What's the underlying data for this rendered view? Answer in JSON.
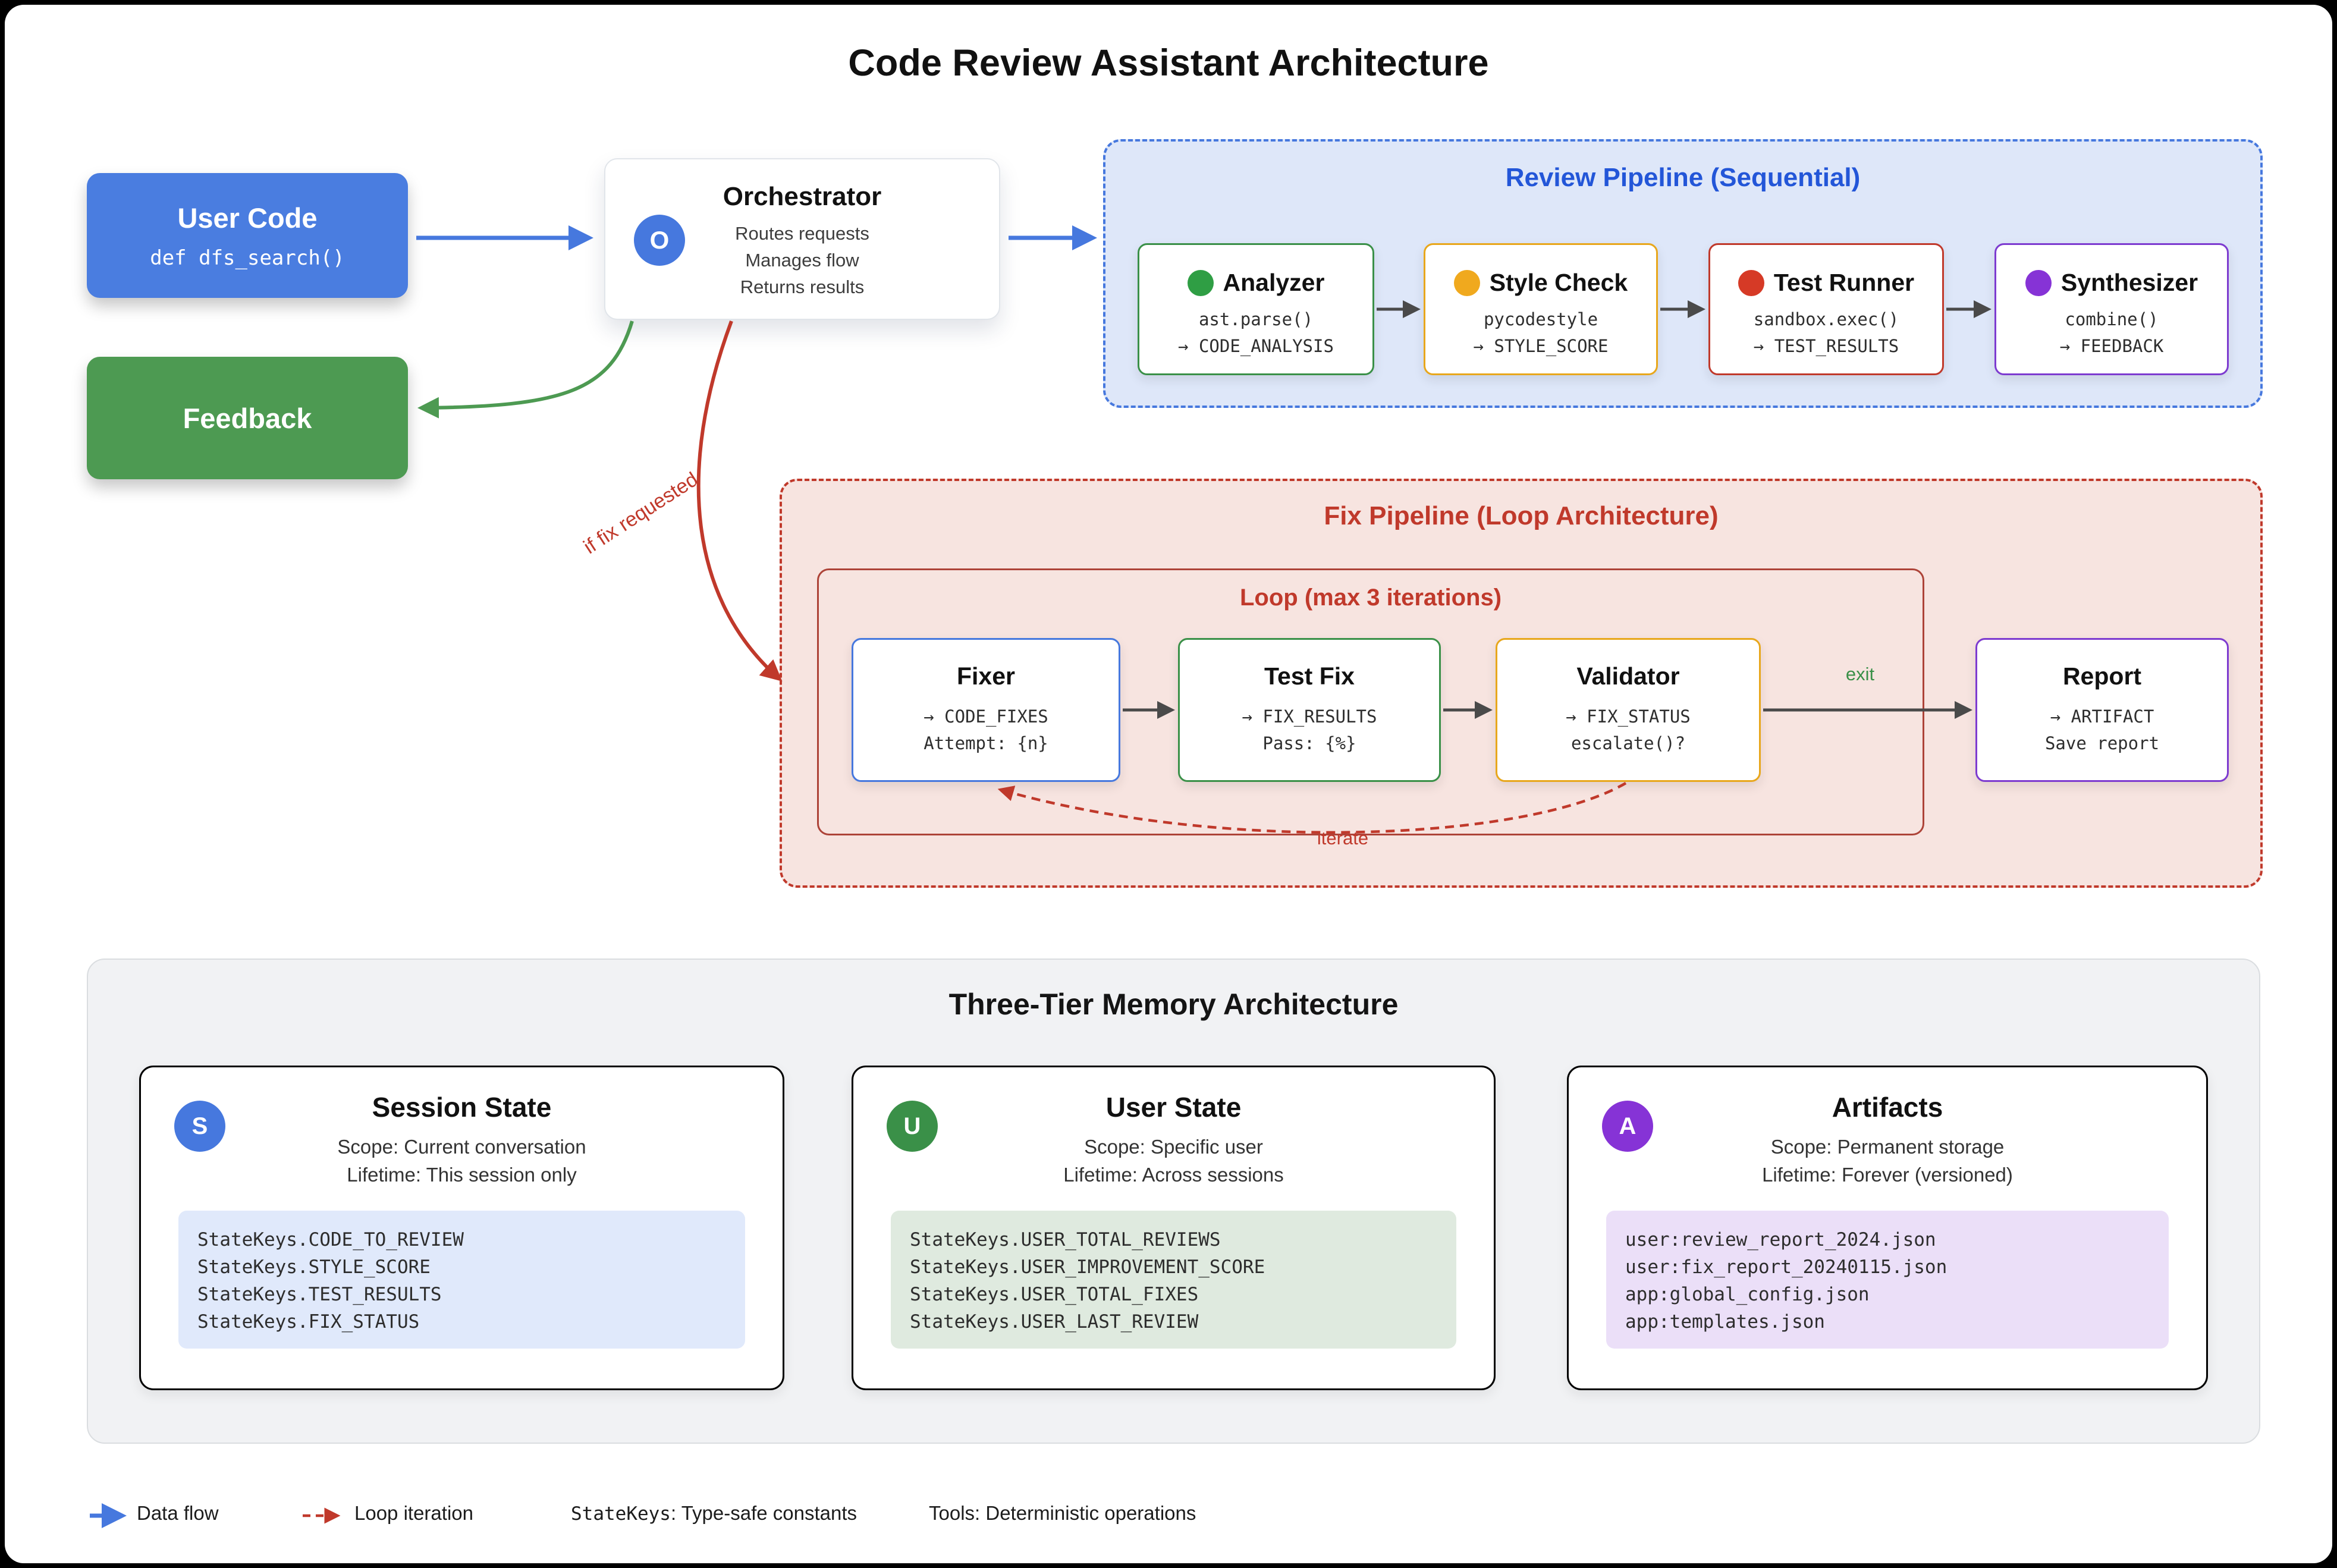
{
  "title": "Code Review Assistant Architecture",
  "colors": {
    "blue": "#4678de",
    "green": "#3a9048",
    "amber": "#e8a71c",
    "red": "#c0392b",
    "purple": "#7d3bd0"
  },
  "left_column": {
    "user_code": {
      "title": "User Code",
      "code": "def dfs_search()"
    },
    "feedback": {
      "title": "Feedback"
    }
  },
  "orchestrator": {
    "icon": "O",
    "title": "Orchestrator",
    "lines": [
      "Routes requests",
      "Manages flow",
      "Returns results"
    ]
  },
  "review_pipeline": {
    "title": "Review Pipeline (Sequential)",
    "nodes": [
      {
        "name": "Analyzer",
        "line1": "ast.parse()",
        "line2": "→ CODE_ANALYSIS"
      },
      {
        "name": "Style Check",
        "line1": "pycodestyle",
        "line2": "→ STYLE_SCORE"
      },
      {
        "name": "Test Runner",
        "line1": "sandbox.exec()",
        "line2": "→ TEST_RESULTS"
      },
      {
        "name": "Synthesizer",
        "line1": "combine()",
        "line2": "→ FEEDBACK"
      }
    ]
  },
  "fix_pipeline": {
    "title": "Fix Pipeline (Loop Architecture)",
    "loop_title": "Loop (max 3 iterations)",
    "nodes": [
      {
        "name": "Fixer",
        "line1": "→ CODE_FIXES",
        "line2": "Attempt: {n}"
      },
      {
        "name": "Test Fix",
        "line1": "→ FIX_RESULTS",
        "line2": "Pass: {%}"
      },
      {
        "name": "Validator",
        "line1": "→ FIX_STATUS",
        "line2": "escalate()?"
      }
    ],
    "report": {
      "name": "Report",
      "line1": "→ ARTIFACT",
      "line2": "Save report"
    },
    "labels": {
      "exit": "exit",
      "iterate": "iterate",
      "if_fix_requested": "if fix requested"
    }
  },
  "memory": {
    "title": "Three-Tier Memory Architecture",
    "tiers": [
      {
        "badge": "S",
        "title": "Session State",
        "scope": "Scope: Current conversation",
        "lifetime": "Lifetime: This session only",
        "keys": [
          "StateKeys.CODE_TO_REVIEW",
          "StateKeys.STYLE_SCORE",
          "StateKeys.TEST_RESULTS",
          "StateKeys.FIX_STATUS"
        ]
      },
      {
        "badge": "U",
        "title": "User State",
        "scope": "Scope: Specific user",
        "lifetime": "Lifetime: Across sessions",
        "keys": [
          "StateKeys.USER_TOTAL_REVIEWS",
          "StateKeys.USER_IMPROVEMENT_SCORE",
          "StateKeys.USER_TOTAL_FIXES",
          "StateKeys.USER_LAST_REVIEW"
        ]
      },
      {
        "badge": "A",
        "title": "Artifacts",
        "scope": "Scope: Permanent storage",
        "lifetime": "Lifetime: Forever (versioned)",
        "keys": [
          "user:review_report_2024.json",
          "user:fix_report_20240115.json",
          "app:global_config.json",
          "app:templates.json"
        ]
      }
    ]
  },
  "legend": {
    "data_flow": "Data flow",
    "loop_iteration": "Loop iteration",
    "statekeys_term": "StateKeys",
    "statekeys_desc": ": Type-safe constants",
    "tools": "Tools: Deterministic operations"
  }
}
